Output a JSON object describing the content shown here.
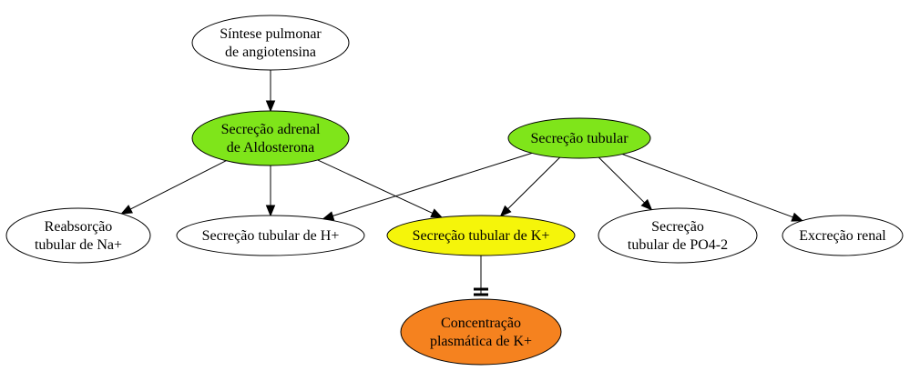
{
  "diagram": {
    "nodes": {
      "sintese": {
        "lines": [
          "Síntese pulmonar",
          "de angiotensina"
        ],
        "fill": "#ffffff"
      },
      "aldosterona": {
        "lines": [
          "Secreção adrenal",
          "de Aldosterona"
        ],
        "fill": "#7fe51a"
      },
      "secrecao_tubular": {
        "lines": [
          "Secreção tubular"
        ],
        "fill": "#7fe51a"
      },
      "na": {
        "lines": [
          "Reabsorção",
          "tubular de Na+"
        ],
        "fill": "#ffffff"
      },
      "h": {
        "lines": [
          "Secreção tubular de H+"
        ],
        "fill": "#ffffff"
      },
      "k": {
        "lines": [
          "Secreção tubular de K+"
        ],
        "fill": "#f5f50a"
      },
      "po4": {
        "lines": [
          "Secreção",
          "tubular de PO4-2"
        ],
        "fill": "#ffffff"
      },
      "excrecao": {
        "lines": [
          "Excreção renal"
        ],
        "fill": "#ffffff"
      },
      "concentracao": {
        "lines": [
          "Concentração",
          "plasmática de K+"
        ],
        "fill": "#f5821f"
      }
    },
    "edges": [
      {
        "from": "sintese",
        "to": "aldosterona",
        "type": "activates"
      },
      {
        "from": "aldosterona",
        "to": "na",
        "type": "activates"
      },
      {
        "from": "aldosterona",
        "to": "h",
        "type": "activates"
      },
      {
        "from": "aldosterona",
        "to": "k",
        "type": "activates"
      },
      {
        "from": "secrecao_tubular",
        "to": "h",
        "type": "activates"
      },
      {
        "from": "secrecao_tubular",
        "to": "k",
        "type": "activates"
      },
      {
        "from": "secrecao_tubular",
        "to": "po4",
        "type": "activates"
      },
      {
        "from": "secrecao_tubular",
        "to": "excrecao",
        "type": "activates"
      },
      {
        "from": "k",
        "to": "concentracao",
        "type": "inhibits"
      }
    ]
  }
}
